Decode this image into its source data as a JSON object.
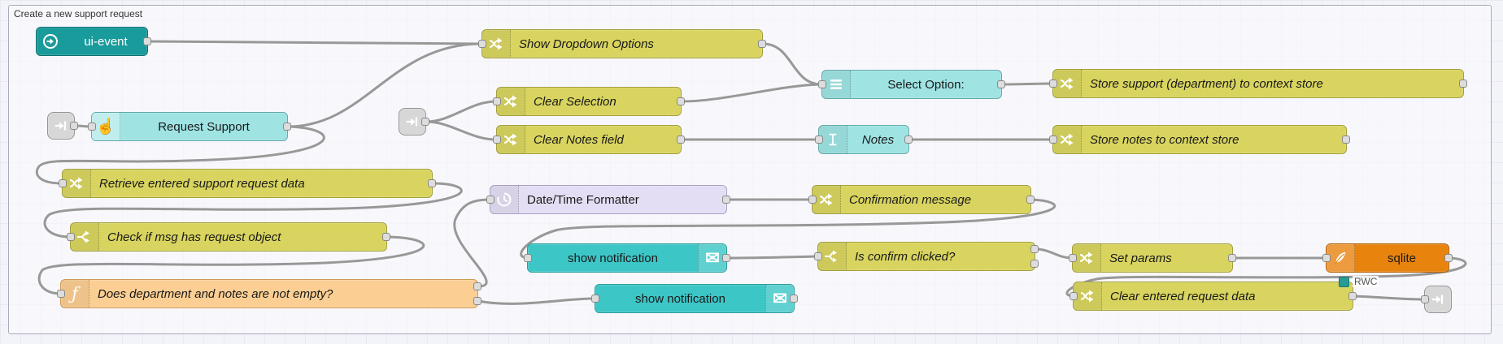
{
  "group": {
    "label": "Create a new support request"
  },
  "nodes": [
    {
      "label": "ui-event",
      "icon": "circle-arrow-icon",
      "type": "ui-event"
    },
    {
      "label": "Show Dropdown Options",
      "icon": "change-icon",
      "type": "change"
    },
    {
      "label": "Select Option:",
      "icon": "dropdown-icon",
      "type": "ui-dropdown"
    },
    {
      "label": "Store support (department) to context store",
      "icon": "change-icon",
      "type": "change"
    },
    {
      "label": "Clear Selection",
      "icon": "change-icon",
      "type": "change"
    },
    {
      "label": "",
      "icon": "link-icon",
      "type": "link-in"
    },
    {
      "label": "Request Support",
      "icon": "hand-pointer-icon",
      "type": "ui-button"
    },
    {
      "label": "",
      "icon": "link-icon",
      "type": "link-in"
    },
    {
      "label": "Clear Notes field",
      "icon": "change-icon",
      "type": "change"
    },
    {
      "label": "Notes",
      "icon": "text-cursor-icon",
      "type": "ui-text-input"
    },
    {
      "label": "Store notes to context store",
      "icon": "change-icon",
      "type": "change"
    },
    {
      "label": "Retrieve entered support request data",
      "icon": "change-icon",
      "type": "change"
    },
    {
      "label": "Date/Time Formatter",
      "icon": "clock-icon",
      "type": "moment"
    },
    {
      "label": "Confirmation message",
      "icon": "change-icon",
      "type": "change"
    },
    {
      "label": "Check if msg has request object",
      "icon": "switch-icon",
      "type": "switch"
    },
    {
      "label": "show notification",
      "icon": "envelope-icon",
      "type": "ui-notification"
    },
    {
      "label": "Is confirm clicked?",
      "icon": "switch-icon",
      "type": "switch"
    },
    {
      "label": "Set params",
      "icon": "change-icon",
      "type": "change"
    },
    {
      "label": "sqlite",
      "icon": "feather-icon",
      "type": "sqlite"
    },
    {
      "label": "Does department and notes are not empty?",
      "icon": "function-icon",
      "type": "function"
    },
    {
      "label": "show notification",
      "icon": "envelope-icon",
      "type": "ui-notification"
    },
    {
      "label": "Clear entered request data",
      "icon": "change-icon",
      "type": "change"
    },
    {
      "label": "",
      "icon": "link-icon",
      "type": "link-out"
    }
  ],
  "status": {
    "sqlite": "RWC"
  },
  "palette": {
    "olive": "#d8d45f",
    "cyan": "#9fe3e3",
    "teal_dark": "#1a9b9b",
    "turquoise": "#3dc6c6",
    "lavender": "#e4def4",
    "peach": "#fbce93",
    "orange": "#e8830e",
    "link_gray": "#d7d7d7",
    "wire": "#989898",
    "canvas": "#f3f3fa",
    "status_dot": "#2a9a94"
  }
}
